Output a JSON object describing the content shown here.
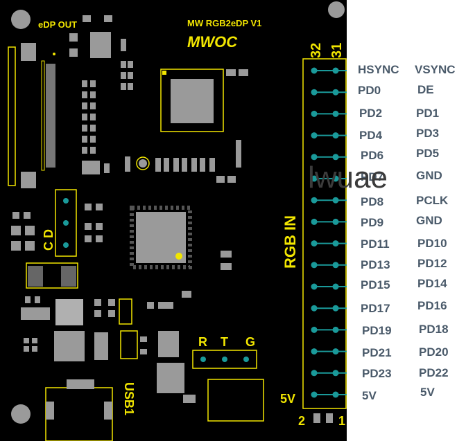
{
  "board": {
    "edp_out_label": "eDP OUT",
    "title": "MW RGB2eDP V1",
    "logo_text": "MWOC",
    "header_pin_32": "32",
    "header_pin_31": "31",
    "header_pin_2": "2",
    "header_pin_1": "1",
    "rgb_in_label": "RGB IN",
    "cd_label": "C D",
    "r_label": "R",
    "t_label": "T",
    "g_label": "G",
    "usb_label": "USB1",
    "fivev_label": "5V",
    "silk_color": "#f2e600",
    "pad_color": "#1a9a9a",
    "board_color": "#000000"
  },
  "pin_labels": {
    "left": [
      "HSYNC",
      "PD0",
      "PD2",
      "PD4",
      "PD6",
      "PD7",
      "PD8",
      "PD9",
      "PD11",
      "PD13",
      "PD15",
      "PD17",
      "PD19",
      "PD21",
      "PD23",
      "5V"
    ],
    "right": [
      "VSYNC",
      "DE",
      "PD1",
      "PD3",
      "PD5",
      "GND",
      "PCLK",
      "GND",
      "PD10",
      "PD12",
      "PD14",
      "PD16",
      "PD18",
      "PD20",
      "PD22",
      "5V"
    ]
  },
  "watermark": "lwuae"
}
